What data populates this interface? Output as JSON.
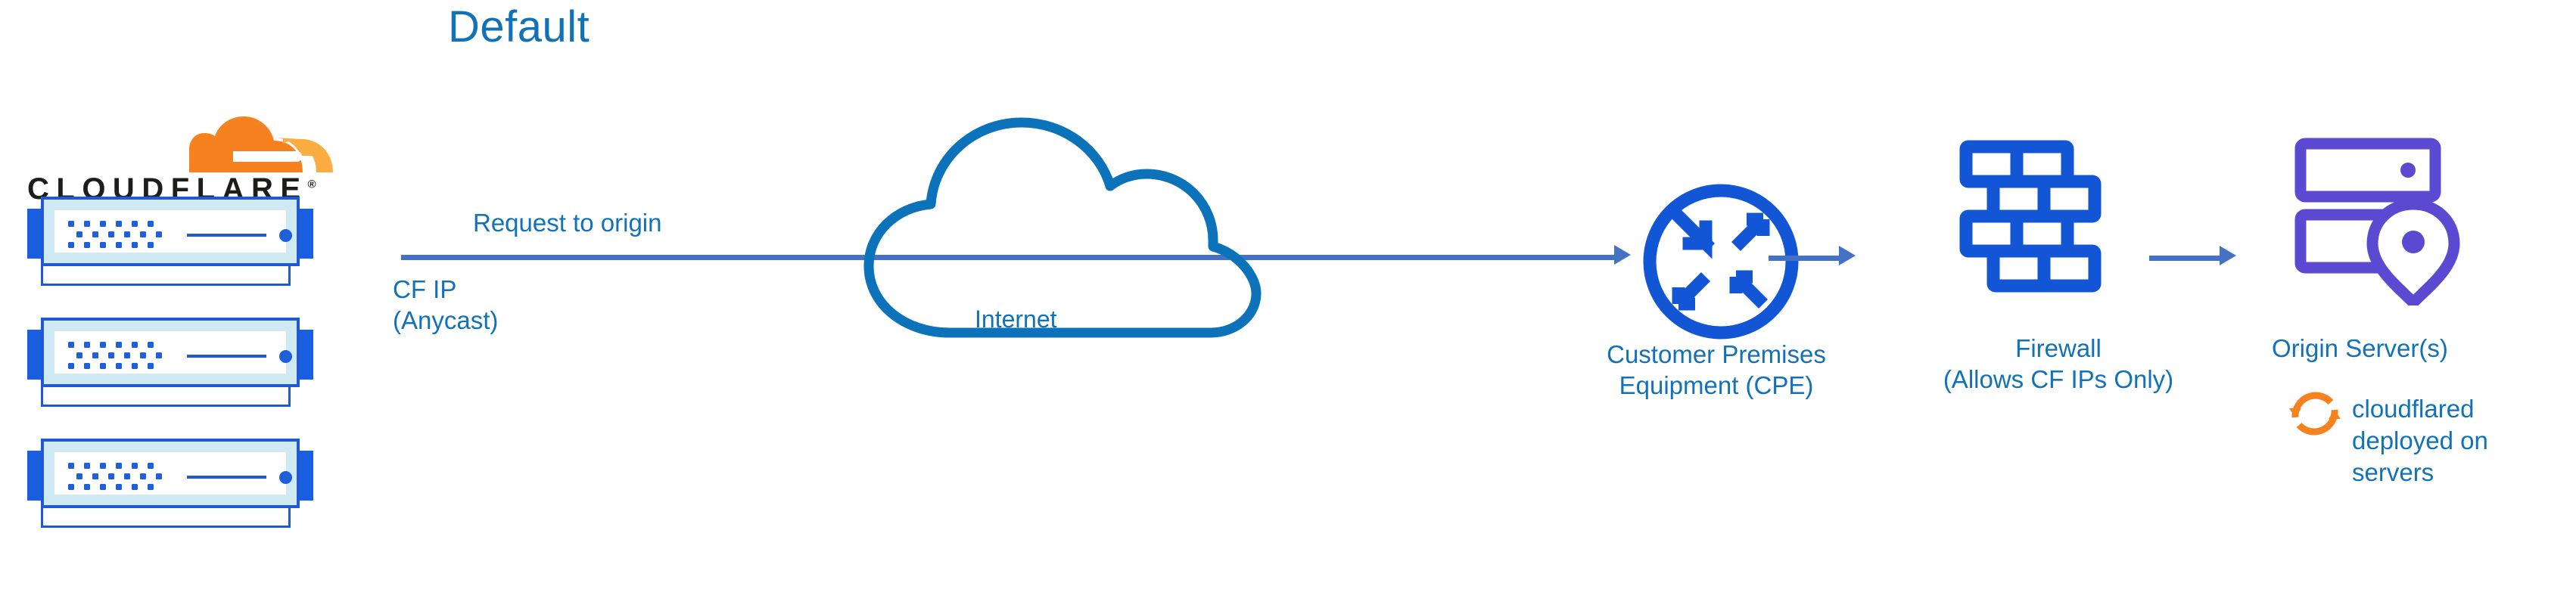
{
  "title": "Default",
  "brand": {
    "wordmark": "CLOUDFLARE",
    "trademark": "®",
    "logo_icon": "cloudflare-cloud-icon",
    "orange_dark": "#f6821f",
    "orange_light": "#fbad41"
  },
  "colors": {
    "title_blue": "#1272b8",
    "label_blue": "#1272b8",
    "arrow_blue": "#4472c4",
    "cloud_blue": "#0c73ba",
    "device_blue": "#1a5fe0",
    "origin_purple": "#5b4ad1",
    "cloudflared_orange": "#f6821f",
    "server_frame_fill": "#cfeaf3"
  },
  "nodes": {
    "cloudflare_edge": {
      "name": "Cloudflare edge servers",
      "icon": "server-rack-icon",
      "count": 3,
      "label_line1": "CF IP",
      "label_line2": "(Anycast)"
    },
    "internet": {
      "label": "Internet",
      "icon": "cloud-icon"
    },
    "cpe": {
      "label_line1": "Customer Premises",
      "label_line2": "Equipment (CPE)",
      "icon": "router-icon"
    },
    "firewall": {
      "label_line1": "Firewall",
      "label_line2": "(Allows CF IPs Only)",
      "icon": "brick-wall-icon"
    },
    "origin": {
      "label": "Origin Server(s)",
      "icon": "server-location-pin-icon",
      "note_icon": "sync-refresh-icon",
      "note_line1": "cloudflared",
      "note_line2": "deployed on",
      "note_line3": "servers"
    }
  },
  "flows": {
    "main": {
      "label": "Request to origin",
      "from": "cloudflare_edge",
      "to": "cpe",
      "icon": "right-arrow-icon"
    },
    "cpe_to_firewall": {
      "icon": "right-arrow-icon"
    },
    "firewall_to_origin": {
      "icon": "right-arrow-icon"
    }
  }
}
